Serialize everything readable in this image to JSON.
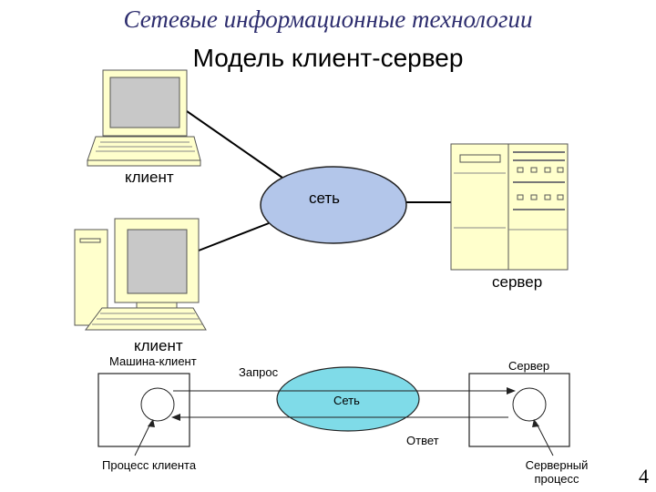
{
  "header": {
    "title": "Сетевые информационные технологии",
    "subtitle": "Модель клиент-сервер"
  },
  "top_diagram": {
    "client_top_label": "клиент",
    "client_bottom_label": "клиент",
    "network_label": "сеть",
    "server_label": "сервер"
  },
  "bottom_diagram": {
    "client_machine_label": "Машина-клиент",
    "server_label": "Сервер",
    "request_label": "Запрос",
    "response_label": "Ответ",
    "network_label": "Сеть",
    "client_process_label": "Процесс клиента",
    "server_process_label": "Серверный процесс"
  },
  "colors": {
    "title_color": "#2d2d6e",
    "cloud_fill": "#b3c6ea",
    "oval_fill": "#7fdbe8",
    "device_fill": "#ffffcc"
  },
  "footer": {
    "page_number": "4"
  }
}
